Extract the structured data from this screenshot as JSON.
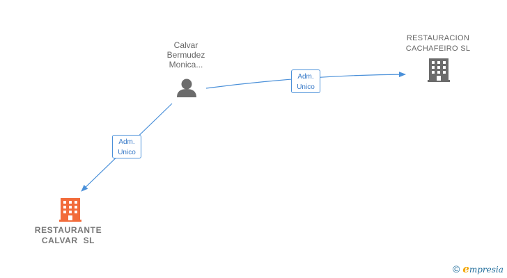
{
  "nodes": {
    "person": {
      "lines": [
        "Calvar",
        "Bermudez",
        "Monica..."
      ],
      "icon": "person-icon",
      "color": "#6b6b6b"
    },
    "cachafeiro": {
      "lines": [
        "RESTAURACION",
        "CACHAFEIRO SL"
      ],
      "icon": "building-icon",
      "color": "#6b6b6b"
    },
    "calvar": {
      "lines": [
        "RESTAURANTE",
        "CALVAR  SL"
      ],
      "icon": "building-icon",
      "color": "#f26b3a"
    }
  },
  "edges": {
    "top": {
      "lines": [
        "Adm.",
        "Unico"
      ]
    },
    "left": {
      "lines": [
        "Adm.",
        "Unico"
      ]
    }
  },
  "colors": {
    "edge": "#4a90d9"
  },
  "watermark": {
    "symbol": "©",
    "brand_initial": "e",
    "brand_rest": "mpresia"
  }
}
